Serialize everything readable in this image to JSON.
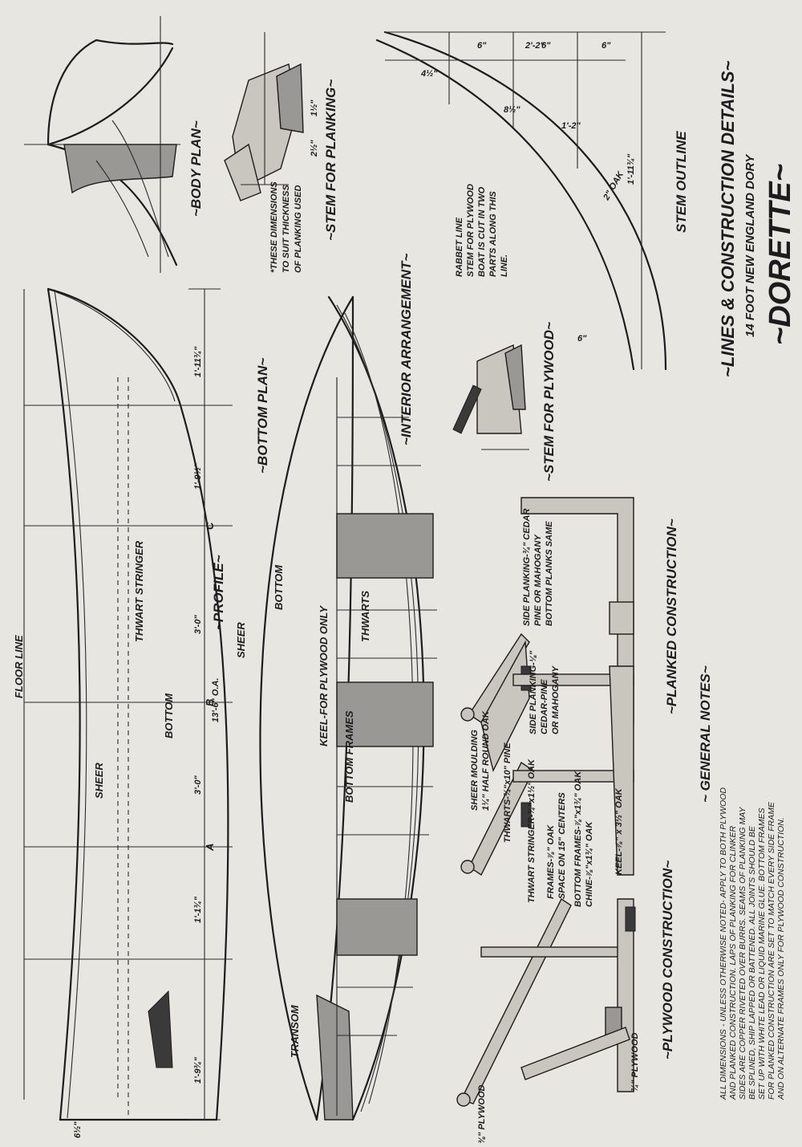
{
  "title_block": {
    "line1": "~LINES & CONSTRUCTION DETAILS~",
    "line2": "14 FOOT NEW ENGLAND DORY",
    "name": "~DORETTE~"
  },
  "views": {
    "body_plan": "~BODY PLAN~",
    "bottom_plan": "~BOTTOM PLAN~",
    "profile": "~PROFILE~",
    "interior": "~INTERIOR ARRANGEMENT~",
    "stem_planking": "~STEM FOR PLANKING~",
    "stem_plywood": "~STEM FOR PLYWOOD~",
    "stem_outline": "STEM OUTLINE",
    "planked": "~PLANKED CONSTRUCTION~",
    "plywood": "~PLYWOOD CONSTRUCTION~"
  },
  "labels": {
    "floor_line": "FLOOR LINE",
    "sheer": "SHEER",
    "bottom": "BOTTOM",
    "thwart_stringer": "THWART STRINGER",
    "overall_length": "13'-6\" O.A.",
    "keel_plywood": "KEEL-FOR PLYWOOD ONLY",
    "bottom_frames": "BOTTOM FRAMES",
    "thwarts": "THWARTS",
    "transom": "TRANSOM",
    "oak": "2\" OAK",
    "rabbet_note": [
      "RABBET LINE",
      "STEM FOR PLYWOOD",
      "BOAT IS CUT IN TWO",
      "PARTS ALONG THIS",
      "LINE."
    ],
    "planking_note": [
      "*THESE DIMENSIONS",
      "TO SUIT THICKNESS",
      "OF PLANKING USED"
    ],
    "side_planking_cedar": [
      "SIDE PLANKING-¾\" CEDAR",
      "PINE OR MAHOGANY",
      "BOTTOM PLANKS SAME"
    ],
    "side_planking_ply": [
      "SIDE PLANKING-⅛\"",
      "CEDAR-PINE",
      "OR MAHOGANY"
    ],
    "sheer_moulding": [
      "SHEER MOULDING",
      "1¼\" HALF ROUND OAK"
    ],
    "thwarts_size": "THWARTS-¾\"x10\" PINE",
    "thwart_stringer_size": "THWART STRINGER-¾\"x1½\" OAK",
    "frames": [
      "FRAMES-⅞\" OAK",
      "SPACE ON 15\" CENTERS"
    ],
    "bottom_frames_size": "BOTTOM FRAMES-⅞\"x1¾\" OAK",
    "chine": "CHINE-⅞\"x1¾\" OAK",
    "keel": "KEEL-⅞\" x 3½\" OAK",
    "plywood_a": "⅜\" PLYWOOD",
    "plywood_b": "¾\" PLYWOOD"
  },
  "station_marks": [
    "A",
    "B",
    "C"
  ],
  "dimensions": {
    "profile": [
      "1'-9¾\"",
      "1'-1¾\"",
      "3'-0\"",
      "3'-0\"",
      "1'-9½\"",
      "1'-11¾\"",
      "6½\""
    ],
    "stem_outline": [
      "2'-2\"",
      "6\"",
      "6\"",
      "6\"",
      "4½\"",
      "8½\"",
      "1'-2\"",
      "1'-11¾\"",
      "6\""
    ]
  },
  "general_notes": {
    "heading": "~ GENERAL NOTES~",
    "lines": [
      "ALL DIMENSIONS - UNLESS OTHERWISE NOTED- APPLY TO BOTH PLYWOOD",
      "AND PLANKED CONSTRUCTION.  LAPS OF PLANKING FOR CLINKER",
      "SIDES ARE COPPER RIVETED OVER BURRS.  SEAMS OF PLANKING MAY",
      "BE SPLINED, SHIP LAPPED OR BATTENED.  ALL JOINTS SHOULD BE",
      "SET UP WITH WHITE LEAD OR LIQUID MARINE GLUE.  BOTTOM FRAMES",
      "FOR PLANKED CONSTRUCTION ARE SET TO MATCH EVERY SIDE FRAME",
      "AND ON ALTERNATE FRAMES ONLY FOR PLYWOOD CONSTRUCTION."
    ]
  }
}
